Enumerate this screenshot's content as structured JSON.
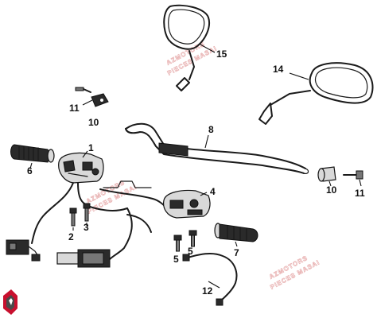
{
  "watermark": {
    "line1": "AZMOTORS",
    "line2": "PIECES MASAI"
  },
  "callouts": [
    "1",
    "2",
    "3",
    "4",
    "5",
    "5",
    "6",
    "7",
    "8",
    "10",
    "10",
    "11",
    "11",
    "12",
    "14",
    "15"
  ],
  "colors": {
    "line": "#1a1a1a",
    "logo_red": "#c8102e",
    "watermark": "#e6a9a9"
  }
}
